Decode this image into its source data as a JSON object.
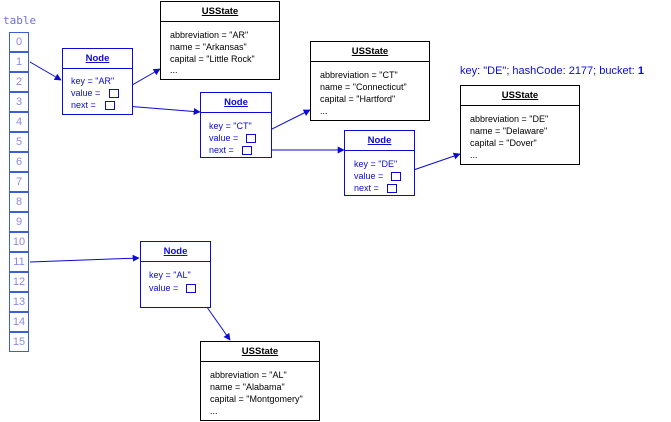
{
  "table": {
    "label": "table",
    "indices": [
      "0",
      "1",
      "2",
      "3",
      "4",
      "5",
      "6",
      "7",
      "8",
      "9",
      "10",
      "11",
      "12",
      "13",
      "14",
      "15"
    ]
  },
  "caption": {
    "prefix": "key: \"DE\"; hashCode: 2177; bucket: ",
    "bucket": "1"
  },
  "nodes": {
    "ar": {
      "title": "Node",
      "key": "key = \"AR\"",
      "value": "value =",
      "next": "next ="
    },
    "ct": {
      "title": "Node",
      "key": "key = \"CT\"",
      "value": "value =",
      "next": "next ="
    },
    "de": {
      "title": "Node",
      "key": "key = \"DE\"",
      "value": "value =",
      "next": "next ="
    },
    "al": {
      "title": "Node",
      "key": "key = \"AL\"",
      "value": "value ="
    }
  },
  "states": {
    "ar": {
      "title": "USState",
      "abbreviation": "abbreviation = \"AR\"",
      "name": "name = \"Arkansas\"",
      "capital": "capital = \"Little Rock\"",
      "more": "..."
    },
    "ct": {
      "title": "USState",
      "abbreviation": "abbreviation = \"CT\"",
      "name": "name = \"Connecticut\"",
      "capital": "capital = \"Hartford\"",
      "more": "..."
    },
    "de": {
      "title": "USState",
      "abbreviation": "abbreviation = \"DE\"",
      "name": "name = \"Delaware\"",
      "capital": "capital = \"Dover\"",
      "more": "..."
    },
    "al": {
      "title": "USState",
      "abbreviation": "abbreviation = \"AL\"",
      "name": "name = \"Alabama\"",
      "capital": "capital = \"Montgomery\"",
      "more": "..."
    }
  },
  "colors": {
    "pointer": "#0b0bd4",
    "cell_border": "#3b5fd9",
    "cell_text": "#8a8ae0",
    "state_border": "#000000"
  }
}
